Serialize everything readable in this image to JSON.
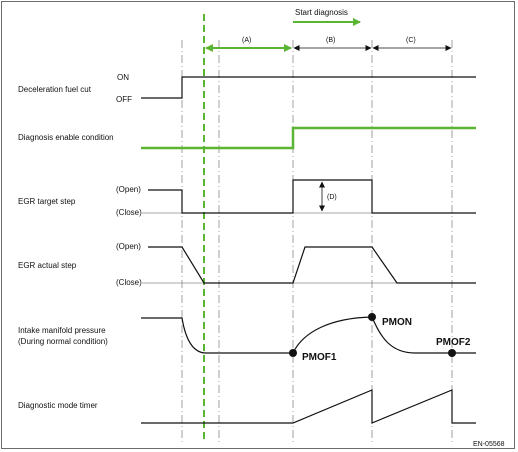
{
  "diagram": {
    "code": "EN-05568",
    "colors": {
      "accent_green": "#5ab533",
      "line": "#111111",
      "guide": "#8a8a8a"
    },
    "phases": {
      "start_label": "Start diagnosis",
      "a": "(A)",
      "b": "(B)",
      "c": "(C)",
      "d": "(D)"
    },
    "rows": {
      "decel_fuel_cut": {
        "title": "Deceleration fuel cut",
        "on": "ON",
        "off": "OFF"
      },
      "diag_enable": {
        "title": "Diagnosis enable condition"
      },
      "egr_target": {
        "title": "EGR target step",
        "open": "(Open)",
        "close": "(Close)"
      },
      "egr_actual": {
        "title": "EGR actual step",
        "open": "(Open)",
        "close": "(Close)"
      },
      "intake_pressure": {
        "title_line1": "Intake manifold pressure",
        "title_line2": "(During normal condition)",
        "pmof1": "PMOF1",
        "pmon": "PMON",
        "pmof2": "PMOF2"
      },
      "timer": {
        "title": "Diagnostic mode timer"
      }
    }
  }
}
